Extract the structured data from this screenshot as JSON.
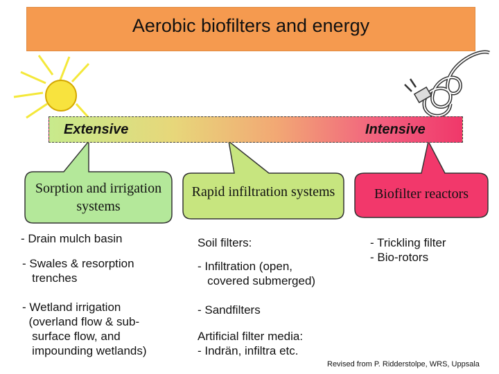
{
  "title": "Aerobic biofilters and energy",
  "scale": {
    "left": "Extensive",
    "right": "Intensive"
  },
  "boxes": [
    {
      "label": "Sorption and irrigation systems",
      "color": "#b4e89a"
    },
    {
      "label": "Rapid infiltration systems",
      "color": "#c7e57f"
    },
    {
      "label": "Biofilter reactors",
      "color": "#f2386b"
    }
  ],
  "lists": {
    "left": {
      "drain": "- Drain mulch basin",
      "swales": "- Swales & resorption\n   trenches",
      "wetland": "- Wetland irrigation\n  (overland flow & sub-\n   surface flow, and\n   impounding wetlands)"
    },
    "middle": {
      "soil": "Soil filters:",
      "infiltration": "- Infiltration (open,\n   covered submerged)",
      "sand": "- Sandfilters",
      "artificial": "Artificial filter media:\n- Indrän, infiltra etc."
    },
    "right": {
      "reactors": "- Trickling filter\n- Bio-rotors"
    }
  },
  "credit": "Revised from P. Ridderstolpe, WRS, Uppsala",
  "icons": [
    "sun-icon",
    "power-plug-icon"
  ]
}
